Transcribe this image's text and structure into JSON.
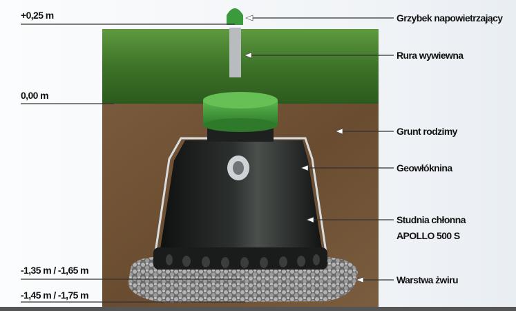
{
  "levels": {
    "top": "+0,25 m",
    "ground": "0,00 m",
    "gravel_top": "-1,35 m / -1,65 m",
    "gravel_bottom": "-1,45 m / -1,75 m"
  },
  "labels": {
    "vent_cap": "Grzybek napowietrzający",
    "vent_pipe": "Rura wywiewna",
    "native_soil": "Grunt rodzimy",
    "geotextile": "Geowłóknina",
    "well_line1": "Studnia chłonna",
    "well_line2": "APOLLO 500 S",
    "gravel": "Warstwa żwiru"
  },
  "colors": {
    "grass": "#3f7a2a",
    "soil": "#6e4f33",
    "well": "#1d1f1e",
    "lid": "#3f9a3a",
    "gravel": "#9a9a9a"
  }
}
